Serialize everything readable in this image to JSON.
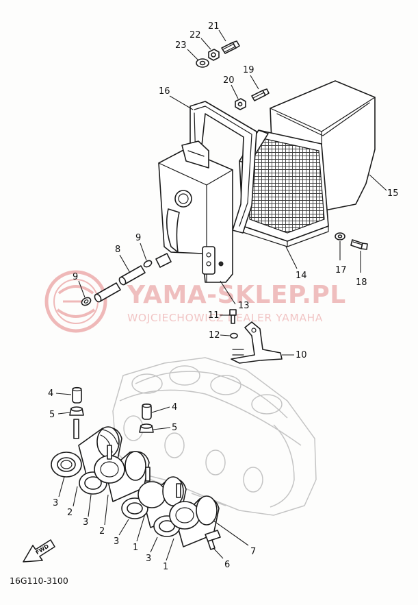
{
  "diagram_code": "16G110-3100",
  "front_arrow": "FWD",
  "watermark": {
    "title": "YAMA-SKLEP.PL",
    "subtitle": "WOJCIECHOWICZ DEALER YAMAHA",
    "brand_color": "#e06666"
  },
  "callouts": [
    "21",
    "22",
    "23",
    "20",
    "19",
    "16",
    "15",
    "14",
    "17",
    "18",
    "13",
    "9",
    "8",
    "9",
    "11",
    "12",
    "10",
    "4",
    "5",
    "4",
    "5",
    "3",
    "2",
    "3",
    "2",
    "3",
    "1",
    "3",
    "1",
    "7",
    "6"
  ]
}
